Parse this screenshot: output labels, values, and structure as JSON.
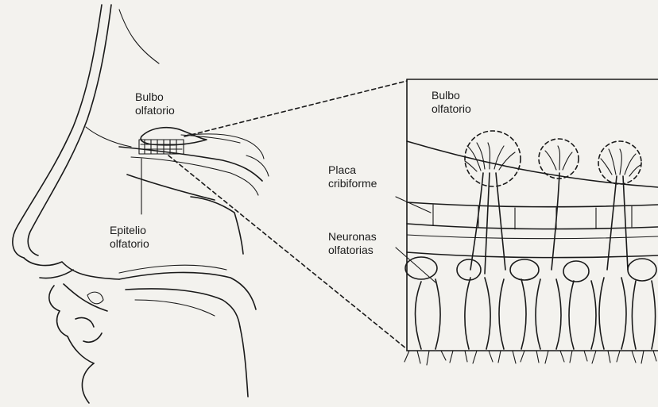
{
  "labels": {
    "bulbo_left": {
      "line1": "Bulbo",
      "line2": "olfatorio"
    },
    "epitelio": {
      "line1": "Epitelio",
      "line2": "olfatorio"
    },
    "bulbo_right": {
      "line1": "Bulbo",
      "line2": "olfatorio"
    },
    "placa": {
      "line1": "Placa",
      "line2": "cribiforme"
    },
    "neuronas": {
      "line1": "Neuronas",
      "line2": "olfatorias"
    }
  },
  "colors": {
    "ink": "#1a1a1a",
    "paper": "#f3f2ee"
  }
}
